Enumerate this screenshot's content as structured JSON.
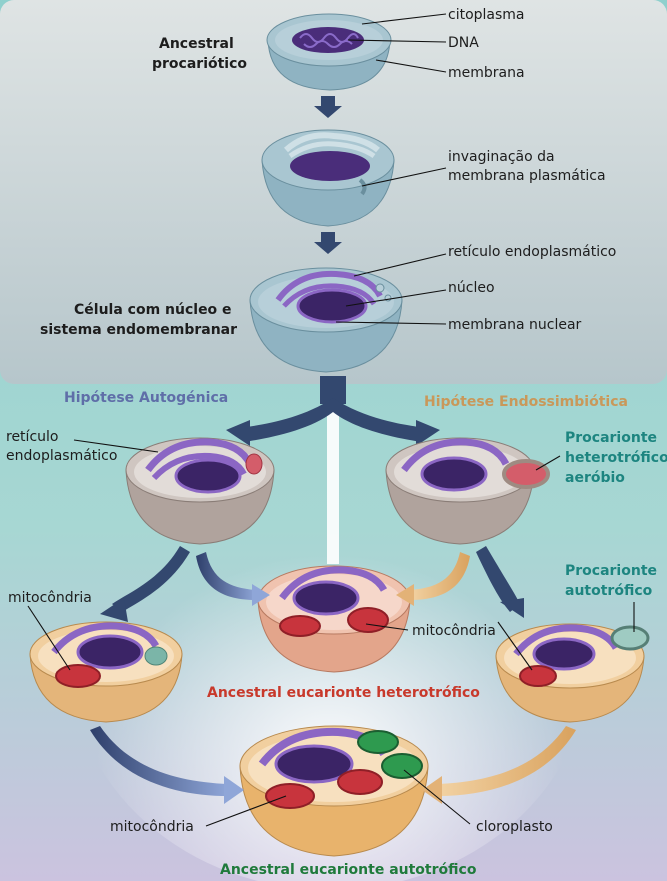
{
  "labels": {
    "citoplasma": "citoplasma",
    "dna": "DNA",
    "membrana": "membrana",
    "ancestral_line1": "Ancestral",
    "ancestral_line2": "procariótico",
    "invaginacao_line1": "invaginação da",
    "invaginacao_line2": "membrana plasmática",
    "reticulo_top": "retículo endoplasmático",
    "nucleo": "núcleo",
    "membrana_nuclear": "membrana nuclear",
    "celula_line1": "Célula com núcleo e",
    "celula_line2": "sistema endomembranar",
    "hipotese_autogenica": "Hipótese Autogénica",
    "hipotese_endossimbiotica": "Hipótese Endossimbiótica",
    "reticulo_left_line1": "retículo",
    "reticulo_left_line2": "endoplasmático",
    "proc_het_line1": "Procarionte",
    "proc_het_line2": "heterotrófico",
    "proc_het_line3": "aeróbio",
    "mitocondria_left": "mitocôndria",
    "mitocondria_center": "mitocôndria",
    "proc_auto_line1": "Procarionte",
    "proc_auto_line2": "autotrófico",
    "ancestral_heterotrofico": "Ancestral eucarionte heterotrófico",
    "mitocondria_bottom": "mitocôndria",
    "cloroplasto": "cloroplasto",
    "ancestral_autotrofico": "Ancestral eucarionte autotrófico"
  },
  "colors": {
    "top_panel": "#c9d3d6",
    "teal_panel": "#8ec9c7",
    "autogenic_title": "#5f6ea8",
    "endosymbiotic_title": "#c9985a",
    "teal_label": "#1d8580",
    "red_label": "#c8392b",
    "green_label": "#1f7a3b",
    "nucleus": "#3b2466",
    "er": "#8b66c4",
    "mitochondria": "#c8343d",
    "chloroplast": "#2e9a4f",
    "prokaryote_cell": "#98b8c5",
    "grey_cell": "#b7aba5",
    "orange_cell": "#e9bf85",
    "peach_cell": "#ecb49c"
  }
}
